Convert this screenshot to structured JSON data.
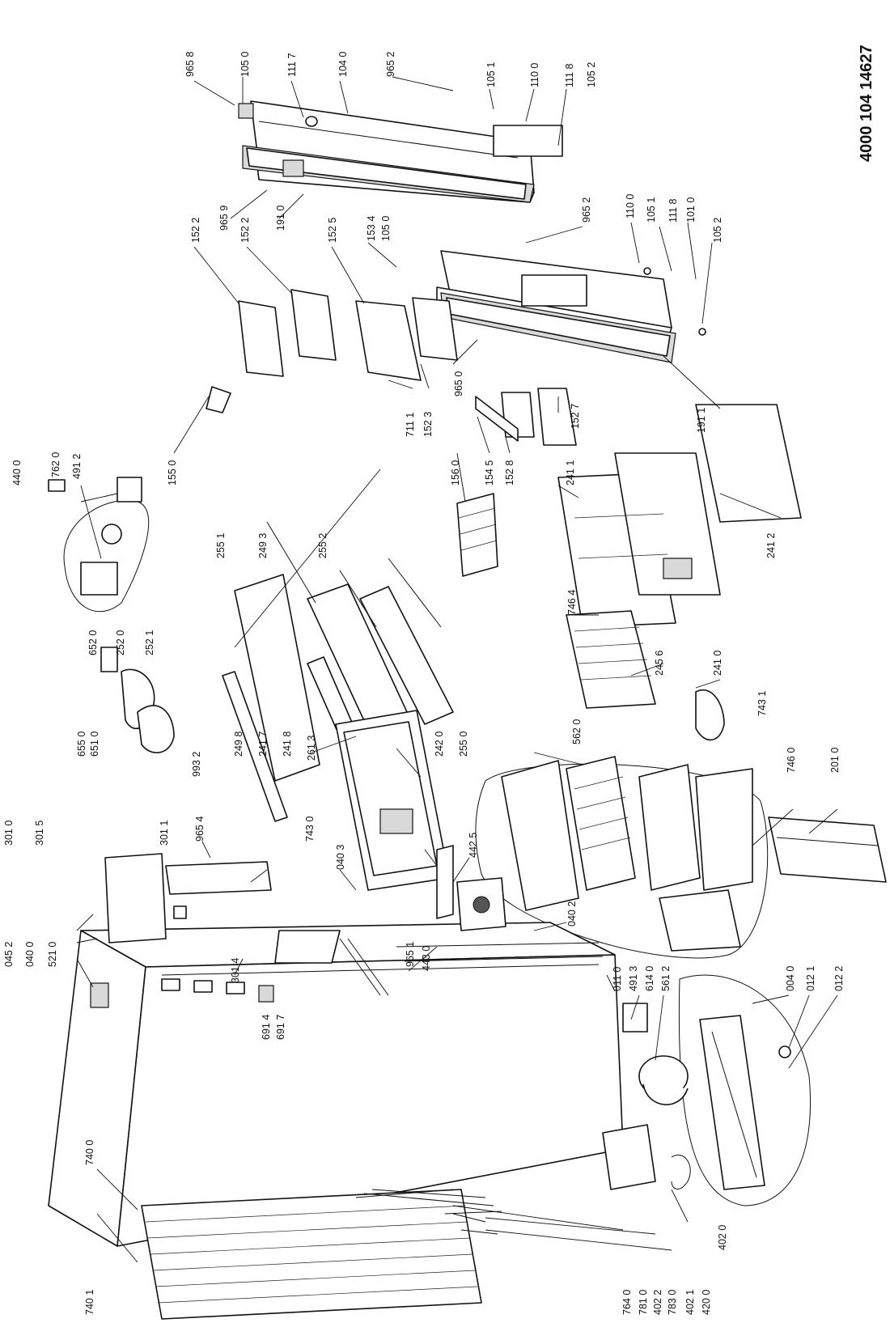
{
  "document_number": "4000 104 14627",
  "labels": [
    "965 8",
    "105 0",
    "111 7",
    "104 0",
    "965 2",
    "105 1",
    "110 0",
    "111 8",
    "105 2",
    "965 9",
    "191 0",
    "965 2",
    "110 0",
    "105 1",
    "111 8",
    "101 0",
    "105 2",
    "152 2",
    "152 2",
    "152 5",
    "153 4",
    "105 0",
    "965 0",
    "191 1",
    "711 1",
    "152 3",
    "152 7",
    "156 0",
    "154 5",
    "152 8",
    "155 0",
    "440 0",
    "762 0",
    "491 2",
    "652 0",
    "252 0",
    "252 1",
    "655 0",
    "651 0",
    "255 1",
    "249 3",
    "255 2",
    "241 1",
    "746 4",
    "245 6",
    "241 0",
    "743 1",
    "241 2",
    "301 0",
    "301 5",
    "301 1",
    "993 2",
    "249 8",
    "241 7",
    "241 8",
    "242 0",
    "255 0",
    "261 3",
    "562 0",
    "746 0",
    "201 0",
    "965 4",
    "743 0",
    "040 3",
    "442 5",
    "045 2",
    "040 0",
    "521 0",
    "301 4",
    "965 1",
    "443 0",
    "040 2",
    "691 4",
    "691 7",
    "011 0",
    "491 3",
    "614 0",
    "561 2",
    "004 0",
    "012 1",
    "012 2",
    "740 0",
    "740 1",
    "764 0",
    "781 0",
    "402 2",
    "783 0",
    "402 1",
    "420 0",
    "402 0"
  ]
}
